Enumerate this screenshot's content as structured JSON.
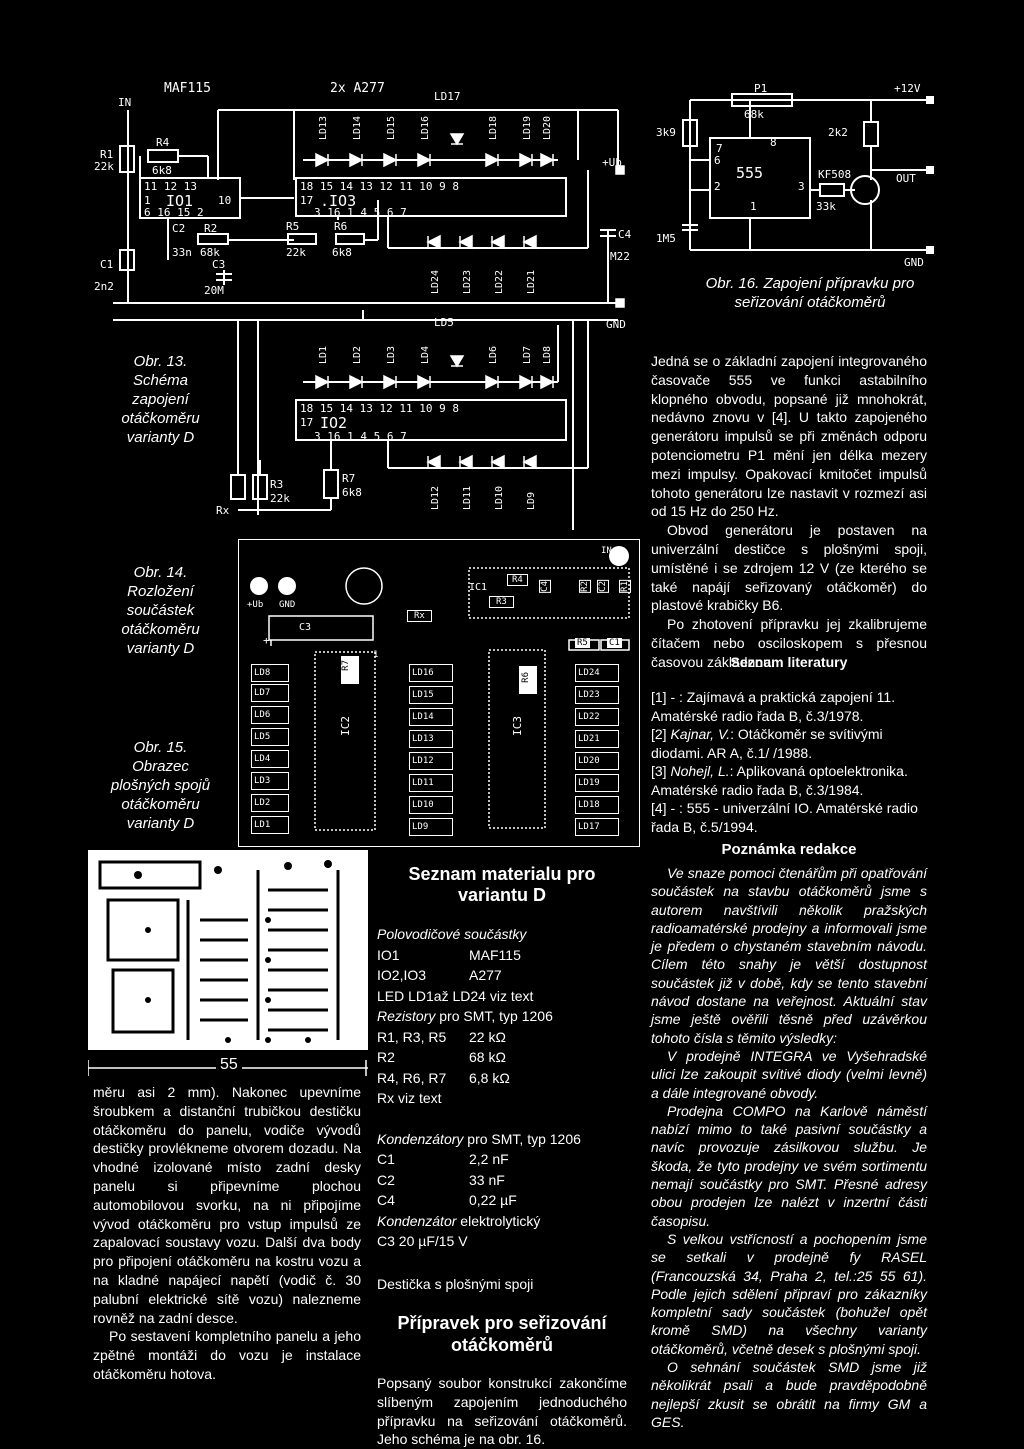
{
  "schematic13": {
    "labels": {
      "in": "IN",
      "r1": "R1",
      "r1v": "22k",
      "maf": "MAF115",
      "a277": "2x A277",
      "ld17": "LD17",
      "r4": "R4",
      "r4v": "6k8",
      "io1": "IO1",
      "io1pins_top": "11   12 13",
      "io1pins_left": "1",
      "io1pins_right": "10",
      "io1pins_bot": "6 16  15     2",
      "c2": "C2",
      "c2v": "33n",
      "r2": "R2",
      "r2v": "68k",
      "c1": "C1",
      "c1v": "2n2",
      "c3": "C3",
      "c3v": "20M",
      "r5": "R5",
      "r5v": "22k",
      "r6": "R6",
      "r6v": "6k8",
      "io3": ".IO3",
      "io3pins_top": "18   15   14    13   12 11    10    9     8",
      "io3pin17": "17",
      "io3pins_bot": "3        16      1     4      5       6      7",
      "ub": "+Ub",
      "c4": "C4",
      "c4v": "M22",
      "gnd": "GND",
      "top_leds": [
        "LD13",
        "LD14",
        "LD15",
        "LD16",
        "LD18",
        "LD19",
        "LD20"
      ],
      "mid_leds_a": [
        "LD24",
        "LD23",
        "LD22",
        "LD21"
      ],
      "ld5": "LD5",
      "io2": "IO2",
      "io2pins_top": "18   15   14    13   12 11    10    9     8",
      "io2pin17": "17",
      "io2pins_bot": "3        16      1     4      5       6      7",
      "io2_leds": [
        "LD1",
        "LD2",
        "LD3",
        "LD4",
        "LD6",
        "LD7",
        "LD8"
      ],
      "low_leds": [
        "LD12",
        "LD11",
        "LD10",
        "LD9"
      ],
      "rx": "Rx",
      "r3": "R3",
      "r3v": "22k",
      "r7": "R7",
      "r7v": "6k8"
    }
  },
  "schematic16": {
    "labels": {
      "p1": "P1",
      "p1v": "68k",
      "v12": "+12V",
      "r3k9": "3k9",
      "r2k2": "2k2",
      "ic": "555",
      "p7": "7",
      "p8": "8",
      "p6": "6",
      "p2": "2",
      "p3": "3",
      "p1pin": "1",
      "kf": "KF508",
      "r33k": "33k",
      "out": "OUT",
      "c1m5": "1M5",
      "gnd": "GND"
    }
  },
  "layout15": {
    "labels": {
      "ub": "+Ub",
      "gnd": "GND",
      "c3": "C3",
      "r7": "R7",
      "rx": "Rx",
      "ic2": "IC2",
      "ic3": "IC3",
      "r6": "R6",
      "ic1": "IC1",
      "r4": "R4",
      "r3": "R3",
      "c4": "C4",
      "r2": "R2",
      "c2": "C2",
      "r1": "R1",
      "r5": "R5",
      "c1": "C1",
      "in": "IN",
      "plus": "+",
      "one": "1",
      "col1": [
        "LD8",
        "LD7",
        "LD6",
        "LD5",
        "LD4",
        "LD3",
        "LD2",
        "LD1"
      ],
      "col2": [
        "LD16",
        "LD15",
        "LD14",
        "LD13",
        "LD12",
        "LD11",
        "LD10",
        "LD9"
      ],
      "col3": [
        "LD24",
        "LD23",
        "LD22",
        "LD21",
        "LD20",
        "LD19",
        "LD18",
        "LD17"
      ]
    }
  },
  "pcb": {
    "dimension": "55"
  },
  "captions": {
    "fig13": [
      "Obr. 13.",
      "Schéma",
      "zapojení",
      "otáčkoměru",
      "varianty D"
    ],
    "fig14": [
      "Obr. 14.",
      "Rozložení",
      "součástek",
      "otáčkoměru",
      "varianty D"
    ],
    "fig15": [
      "Obr. 15.",
      "Obrazec",
      "plošných spojů",
      "otáčkoměru",
      "varianty D"
    ],
    "fig16": [
      "Obr. 16.  Zapojení přípravku pro",
      "seřizování otáčkoměrů"
    ]
  },
  "left_text": [
    "měru asi 2 mm). Nakonec upevníme šroubkem a distanční trubičkou destičku otáčkoměru do panelu, vodiče vývodů destičky provlékneme otvorem dozadu. Na vhodné izolované místo zadní desky panelu si připevníme plochou automobilovou svorku, na ni připojíme vývod otáčkoměru pro vstup impulsů ze zapalovací soustavy vozu. Další dva body pro připojení otáčkoměru na kostru vozu a na kladné napájecí napětí (vodič č. 30 palubní elektrické sítě vozu) nalezneme rovněž na zadní desce.",
    "Po sestavení kompletního panelu a jeho zpětné montáži do vozu je instalace otáčkoměru hotova."
  ],
  "materials": {
    "title": "Seznam materialu pro variantu D",
    "semis_heading": "Polovodičové součástky",
    "semis": [
      [
        "IO1",
        "MAF115"
      ],
      [
        "IO2,IO3",
        "A277"
      ]
    ],
    "led_line": "LED LD1až LD24  viz text",
    "res_heading_it": "Rezistory",
    "res_heading_rest": " pro SMT, typ 1206",
    "resistors": [
      [
        "R1, R3, R5",
        "22 kΩ"
      ],
      [
        "R2",
        "68 kΩ"
      ],
      [
        "R4, R6, R7",
        "6,8 kΩ"
      ]
    ],
    "rx_line": "Rx viz text",
    "cap_heading_it": "Kondenzátory",
    "cap_heading_rest": " pro SMT, typ 1206",
    "capacitors": [
      [
        "C1",
        "2,2 nF"
      ],
      [
        "C2",
        "33 nF"
      ],
      [
        "C4",
        "0,22 µF"
      ]
    ],
    "elyt_heading_it": "Kondenzátor",
    "elyt_heading_rest": " elektrolytický",
    "elyt": "C3 20 µF/15 V",
    "pcb_line": "Destička s plošnými spoji"
  },
  "fixture": {
    "title": "Přípravek pro seřizování otáčkoměrů",
    "text": "Popsaný soubor konstrukcí zakončíme slíbeným zapojením jednoduchého přípravku na seřizování otáčkoměrů. Jeho schéma je na obr. 16."
  },
  "right_text": [
    "Jedná se o základní zapojení integrovaného časovače 555 ve funkci astabilního klopného obvodu, popsané již mnohokrát, nedávno znovu v [4]. U takto zapojeného generátoru impulsů se při změnách odporu potenciometru P1 mění jen délka mezery mezi impulsy. Opakovací kmitočet impulsů tohoto generátoru lze nastavit v rozmezí asi od 15 Hz do 250 Hz.",
    "Obvod generátoru je postaven na univerzální destičce s plošnými spoji, umístěné i se zdrojem 12 V (ze kterého se také napájí seřizovaný otáčkoměr) do plastové krabičky B6.",
    "Po zhotovení přípravku jej zkalibrujeme čítačem nebo osciloskopem s přesnou časovou základnou."
  ],
  "literature": {
    "title": "Seznam literatury",
    "items": [
      [
        "[1] - : Zajímavá a praktická zapojení 11. Amatérské radio řada B, č.3/1978.",
        ""
      ],
      [
        "[2] ",
        "Kajnar, V.",
        ": Otáčkoměr se svítivými diodami. AR A, č.1/ /1988."
      ],
      [
        "[3] ",
        "Nohejl, L.",
        ": Aplikovaná optoelektronika. Amatérské radio řada B, č.3/1984."
      ],
      [
        "[4] - : 555 - univerzální IO. Amatérské radio řada B, č.5/1994.",
        ""
      ]
    ]
  },
  "editorial": {
    "title": "Poznámka redakce",
    "paragraphs": [
      "Ve snaze pomoci čtenářům při opatřování součástek na stavbu otáčkoměrů jsme s autorem navštívili několik pražských radioamatérské prodejny a informovali jsme je předem o chystaném stavebním návodu. Cílem této snahy je větší dostupnost součástek již v době, kdy se tento stavební návod dostane na veřejnost. Aktuální stav jsme ještě ověřili těsně před uzávěrkou tohoto čísla s těmito výsledky:",
      "V prodejně INTEGRA ve Vyšehradské ulici lze zakoupit svítivé diody (velmi levně) a dále integrované obvody.",
      "Prodejna COMPO na Karlově náměstí nabízí mimo to také pasivní součástky a navíc provozuje zásilkovou službu. Je škoda, že tyto prodejny ve svém sortimentu nemají součástky pro SMT. Přesné adresy obou prodejen lze nalézt v inzertní části časopisu.",
      "S velkou vstřícností a pochopením jsme se setkali v prodejně fy RASEL (Francouzská 34, Praha 2, tel.:25 55 61). Podle jejich sdělení připraví pro zákazníky kompletní sady součástek (bohužel opět kromě SMD) na všechny varianty otáčkoměrů, včetně desek s plošnými spoji.",
      "O sehnání součástek SMD jsme již několikrát psali a bude pravděpodobně nejlepší zkusit se obrátit na firmy GM a GES."
    ]
  }
}
